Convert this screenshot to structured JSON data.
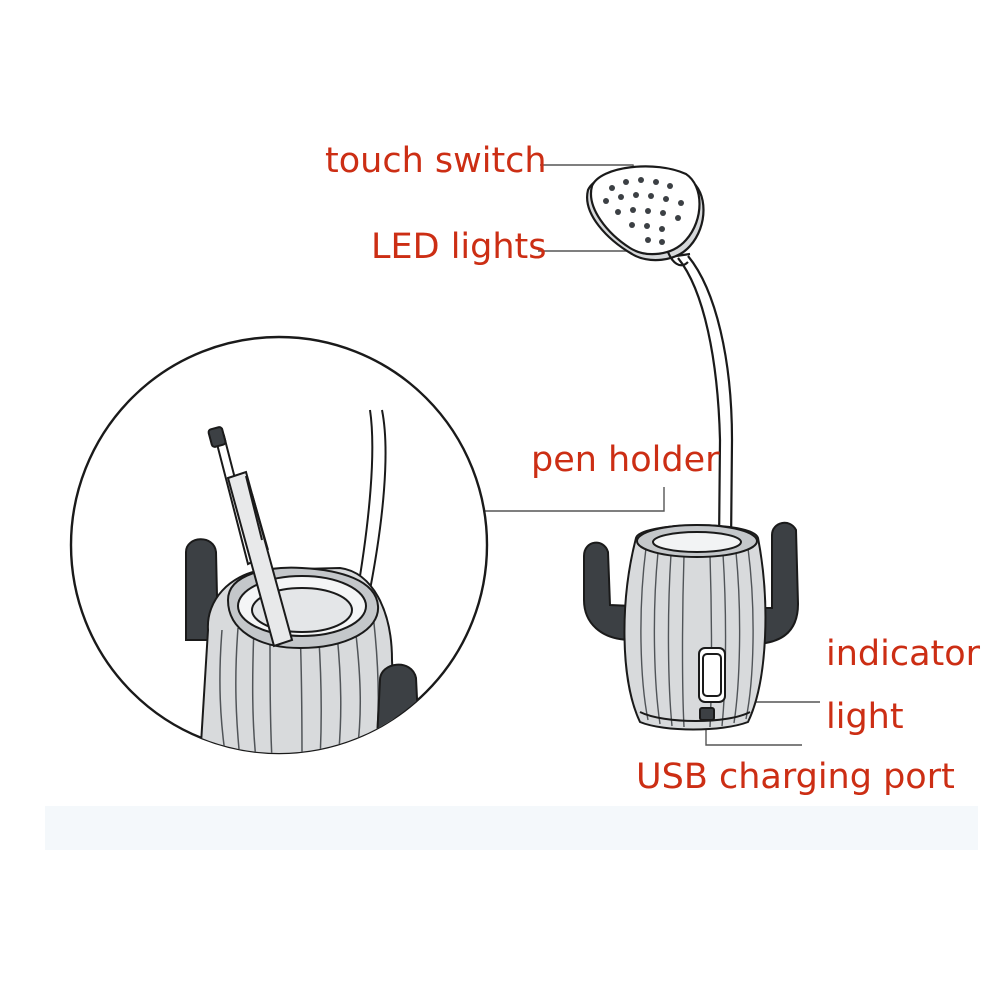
{
  "labels": {
    "touch_switch": "touch switch",
    "led_lights": "LED lights",
    "pen_holder": "pen holder",
    "indicator": "indicator",
    "light": "light",
    "usb_port": "USB charging port"
  },
  "icons": {
    "product": "cactus-lamp-illustration",
    "detail": "pen-holder-detail-magnifier"
  },
  "colors": {
    "label": "#cc2e14",
    "line": "#1a1a1a",
    "leader": "#555555",
    "body_fill": "#d8dadc",
    "dark_fill": "#3c4044",
    "band": "#f4f8fb"
  }
}
